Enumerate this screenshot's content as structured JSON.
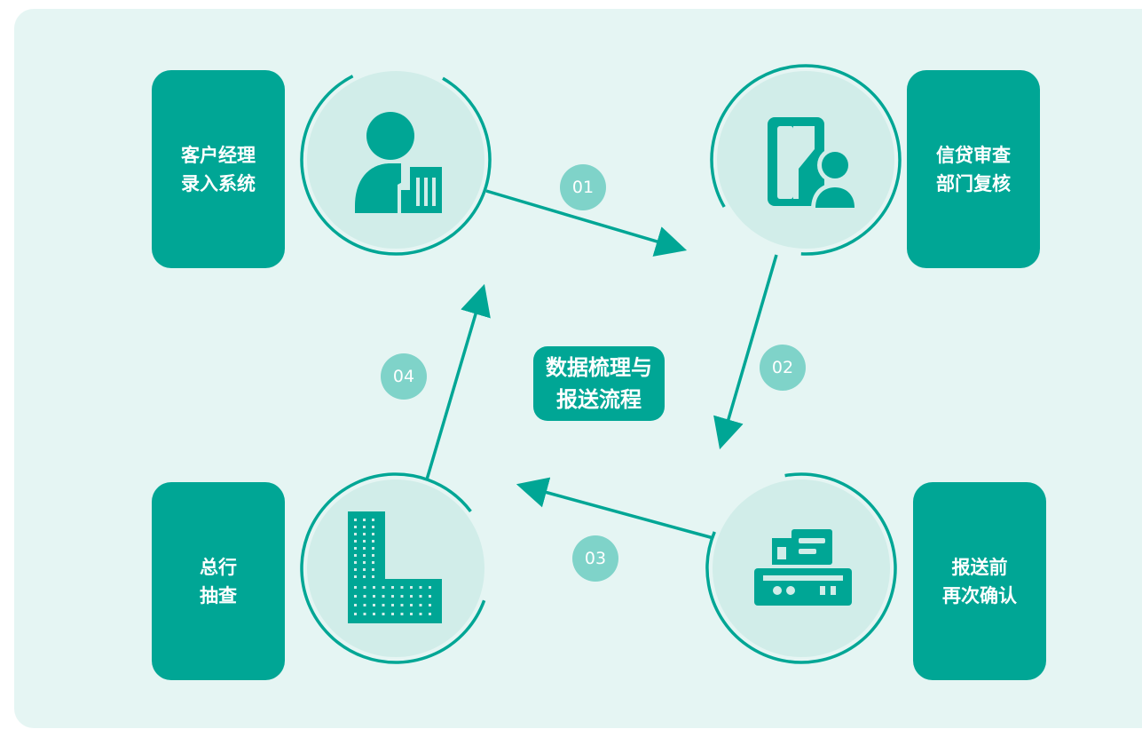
{
  "center_title": {
    "line1": "数据梳理与",
    "line2": "报送流程"
  },
  "steps": [
    {
      "number": "01",
      "line1": "客户经理",
      "line2": "录入系统"
    },
    {
      "number": "02",
      "line1": "信贷审查",
      "line2": "部门复核"
    },
    {
      "number": "03",
      "line1": "报送前",
      "line2": "再次确认"
    },
    {
      "number": "04",
      "line1": "总行",
      "line2": "抽查"
    }
  ],
  "icons": [
    "manager-with-building-icon",
    "reviewer-document-icon",
    "fax-machine-icon",
    "tall-building-icon"
  ],
  "colors": {
    "primary": "#00a695",
    "badge": "#7fd3c9",
    "circle_fill": "#d1ede9",
    "background": "#e5f5f3"
  }
}
